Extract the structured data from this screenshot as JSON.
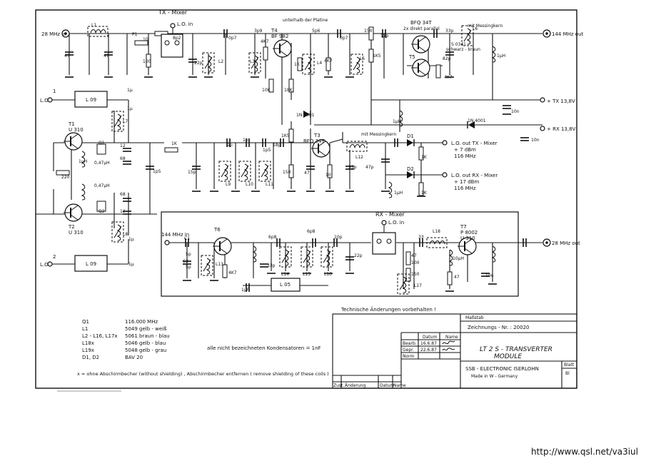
{
  "circuit": {
    "tx_mixer": {
      "title": "TX - Mixer",
      "lo_in": "L.O. in"
    },
    "rx_mixer": {
      "title": "RX - Mixer",
      "lo_in": "L.O. in"
    },
    "ports": {
      "in_28": "28 MHz in",
      "out_144": "144 MHz out",
      "in_144": "144 MHz in",
      "out_28": "28 MHz out",
      "tx_supply": "+ TX  13,8V",
      "rx_supply": "+ RX  13,8V",
      "lo_1": "L.O.",
      "lo_2": "L.O.",
      "pin_1": "1",
      "pin_2": "2",
      "lo_out_tx": "L.O. out  TX - Mixer",
      "lo_out_tx_level": "+ 7 dBm",
      "lo_out_tx_freq": "116 MHz",
      "lo_out_rx": "L.O. out  RX - Mixer",
      "lo_out_rx_level": "+ 17 dBm",
      "lo_out_rx_freq": "116 MHz"
    },
    "transistors": {
      "t1": "T1",
      "t1_type": "U 310",
      "t2": "T2",
      "t2_type": "U 310",
      "t3": "T3",
      "t3_type": "BFQ 34T",
      "t4": "T4",
      "t4_type": "BF 982",
      "t5": "T5",
      "t5_type": "BFQ 34T",
      "t5_note": "2x direkt parallel",
      "t6": "T6",
      "t7": "T7",
      "t7_type": "P 8002",
      "t7_type2": "U 310"
    },
    "notes": {
      "mounted_below": "unterhalb der Platine",
      "messing1": "mit Messingkern",
      "messing2": "mit Messingkern",
      "coil_note": "S 0341",
      "coil_note2": "schwarz - braun"
    },
    "chips": {
      "l09a": "L 09",
      "l09b": "L 09",
      "l05": "L 05"
    },
    "diodes": {
      "d1": "D1",
      "d2": "D2",
      "d_1n4001a": "1N 4001",
      "d_1n4001b": "1N 4001"
    },
    "labels": [
      "L1",
      "P1",
      "10",
      "47",
      "47",
      "100",
      "8p2",
      "22p",
      "L2",
      "0p7",
      "3p9",
      "4K7",
      "L3",
      "10K",
      "18K",
      "1K",
      "L4",
      "5p6",
      "0p7",
      "4K7",
      "L5",
      "150",
      "12p",
      "1K5",
      "33p",
      "L6",
      "82p",
      "4K7",
      "1µH",
      "10n",
      "1µ",
      "1µ",
      "L7",
      "Q1",
      "0,47µH",
      "12",
      "68",
      "1µH",
      "220",
      "0,47µH",
      "68",
      "12",
      "Q2",
      "L8",
      "1µ",
      "1µ",
      "1K",
      "15p",
      "1p",
      "1p",
      "1p5",
      "18p",
      "1K5",
      "150",
      "10",
      "47",
      "33p",
      "47p",
      "L9",
      "L10",
      "L11",
      "L12",
      "1p5",
      "1µH",
      "1K",
      "1K",
      "1µH",
      "10n",
      "C1",
      "C2",
      "5p",
      "5p",
      "L13",
      "4K7",
      "1µF",
      "33p",
      "6p8",
      "6p8",
      "L14",
      "L15",
      "L16",
      "10p",
      "22p",
      "33",
      "L18",
      "10µH",
      "47",
      "100",
      "150",
      "L17",
      "47",
      "10n"
    ]
  },
  "legend": {
    "rows": [
      {
        "ref": "Q1",
        "value": "116.000  MHz"
      },
      {
        "ref": "L1",
        "value": "5049   gelb - weiß"
      },
      {
        "ref": "L2 - L16, L17x",
        "value": "5061   braun - blau"
      },
      {
        "ref": "L18x",
        "value": "5046   gelb - blau"
      },
      {
        "ref": "L19x",
        "value": "5048   gelb - grau"
      },
      {
        "ref": "D1, D2",
        "value": "BAV 20"
      }
    ],
    "capacitor_note": "alle nicht bezeichneten Kondensatoren   = 1nF",
    "shielding_note": "x = ohne Abschirmbecher (without shielding) , Abschirmbecher entfernen ( remove shielding of these coils )"
  },
  "title_block": {
    "changes_note": "Technische Änderungen vorbehalten !",
    "scale_label": "Maßstab",
    "drawing_no": "Zeichnungs - Nr. :  20020",
    "date_header": "Datum",
    "name_header": "Name",
    "row_bearb": "Bearb.",
    "row_gepr": "Gepr.",
    "row_norm": "Norm",
    "date_bearb": "16.6.87",
    "date_gepr": "22.6.87",
    "title_line1": "LT 2 S - TRANSVERTER",
    "title_line2": "MODULE",
    "company": "SSB - ELECTRONIC  ISERLOHN",
    "made_in": "Made in  W - Germany",
    "sheet_label": "Blatt",
    "sheet_value": "Bl",
    "rev_zust": "Zust.",
    "rev_change": "Änderung",
    "rev_date": "Datum",
    "rev_name": "Name"
  },
  "website": "http://www.qsl.net/va3iul"
}
